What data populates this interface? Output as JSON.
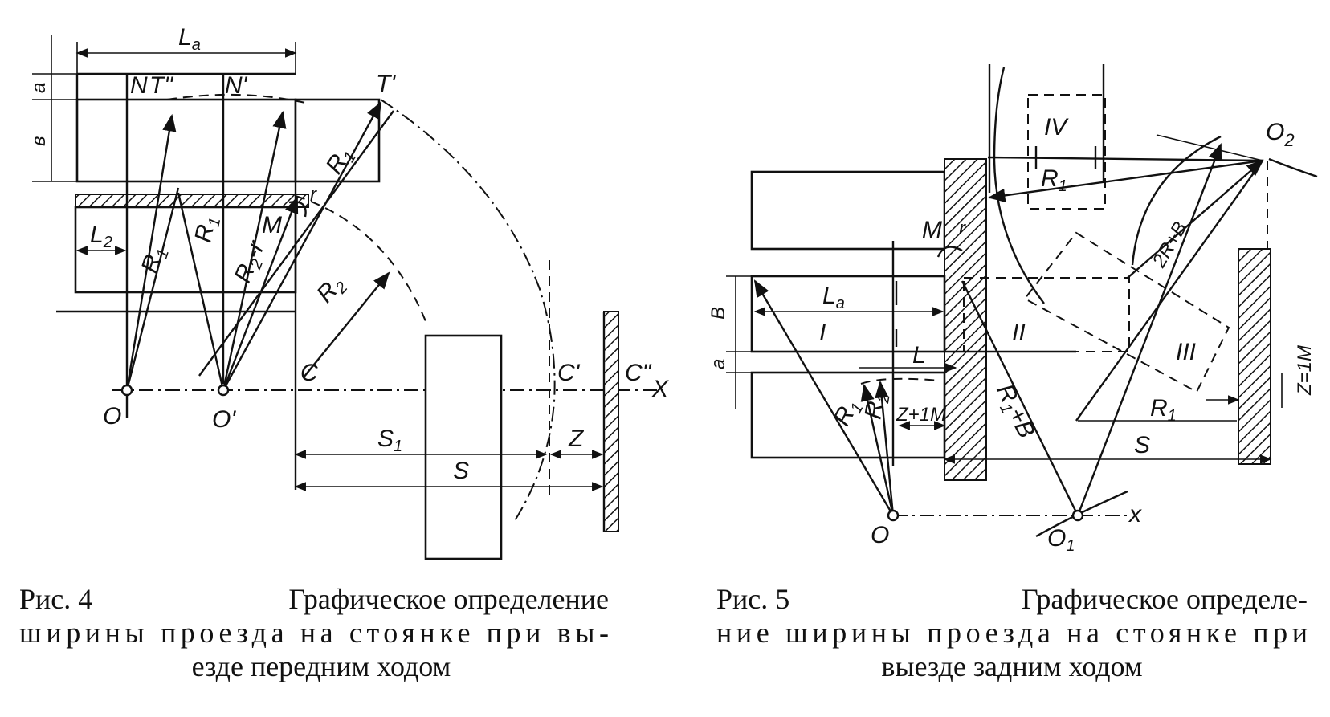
{
  "fig4": {
    "labels": {
      "La": "L",
      "La_sub": "a",
      "a": "a",
      "b": "в",
      "N": "N",
      "T2": "T\"",
      "N1": "N'",
      "T1": "T'",
      "M": "M",
      "r": "r",
      "L2": "L",
      "L2_sub": "2",
      "R1a": "R",
      "R1a_sub": "1",
      "R1b": "R",
      "R1b_sub": "1",
      "R1c": "R",
      "R1c_sub": "1",
      "R2r": "R",
      "R2r_sub": "2",
      "R2r_tail": "-r",
      "R2": "R",
      "R2_sub": "2",
      "O": "O",
      "O1": "O'",
      "C": "C",
      "C1": "C'",
      "C2": "C\"",
      "X": "X",
      "S1": "S",
      "S1_sub": "1",
      "S": "S",
      "Z": "Z"
    },
    "caption": {
      "line1_left": "Рис. 4",
      "line1_right": "Графическое определение",
      "line2": "ширины проезда на стоянке при вы-",
      "line3": "езде передним ходом"
    }
  },
  "fig5": {
    "labels": {
      "IV": "IV",
      "O2": "O",
      "O2_sub": "2",
      "R1top": "R",
      "R1top_sub": "1",
      "M": "M",
      "r": "r",
      "R2B": "2R+B",
      "La": "L",
      "La_sub": "a",
      "B": "B",
      "a": "a",
      "I": "I",
      "II": "II",
      "III": "III",
      "L": "L",
      "R1": "R",
      "R1_sub": "1",
      "R2": "R",
      "R2_sub": "2",
      "Z1M": "Z+1M",
      "R1B": "R",
      "R1B_sub": "1",
      "R1B_tail": "+B",
      "R1r": "R",
      "R1r_sub": "1",
      "S": "S",
      "Z1Mr": "Z=1M",
      "O": "O",
      "O1": "O",
      "O1_sub": "1",
      "x": "x"
    },
    "caption": {
      "line1_left": "Рис. 5",
      "line1_right": "Графическое определе-",
      "line2": "ние ширины проезда на стоянке при",
      "line3": "выезде задним ходом"
    }
  }
}
